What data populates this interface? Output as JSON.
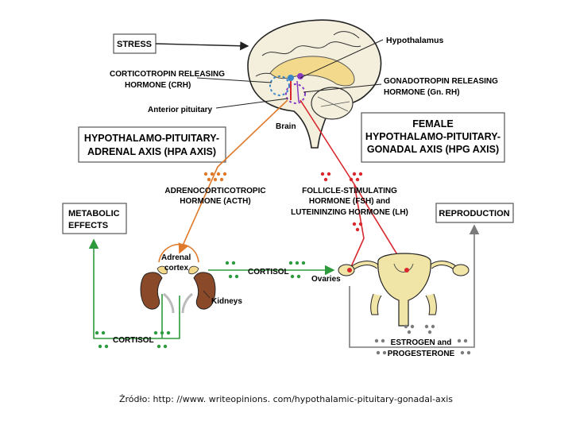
{
  "labels": {
    "stress": "STRESS",
    "hypothalamus": "Hypothalamus",
    "crh_line1": "CORTICOTROPIN RELEASING",
    "crh_line2": "HORMONE (CRH)",
    "gnrh_line1": "GONADOTROPIN RELEASING",
    "gnrh_line2": "HORMONE (Gn. RH)",
    "anterior_pituitary": "Anterior pituitary",
    "brain": "Brain",
    "hpa_line1": "HYPOTHALAMO-PITUITARY-",
    "hpa_line2": "ADRENAL AXIS  (HPA AXIS)",
    "hpg_line1": "FEMALE",
    "hpg_line2": "HYPOTHALAMO-PITUITARY-",
    "hpg_line3": "GONADAL AXIS  (HPG AXIS)",
    "acth_line1": "ADRENOCORTICOTROPIC",
    "acth_line2": "HORMONE  (ACTH)",
    "fsh_line1": "FOLLICLE-STIMULATING",
    "fsh_line2": "HORMONE (FSH)  and",
    "lh_line": "LUTEININZING HORMONE (LH)",
    "metabolic_line1": "METABOLIC",
    "metabolic_line2": "EFFECTS",
    "reproduction": "REPRODUCTION",
    "adrenal_line1": "Adrenal",
    "adrenal_line2": "cortex",
    "cortisol_right": "CORTISOL",
    "ovaries": "Ovaries",
    "kidneys": "Kidneys",
    "cortisol_bottom": "CORTISOL",
    "estrogen_line1": "ESTROGEN and",
    "estrogen_line2": "PROGESTERONE"
  },
  "caption": "Źródło: http: //www. writeopinions. com/hypothalamic-pituitary-gonadal-axis",
  "colors": {
    "orange": "#e07a2b",
    "red": "#d8282e",
    "green": "#2e9a3e",
    "gray": "#7b7b7b",
    "blue": "#3a86c8",
    "purple": "#8a3bc2",
    "tissue": "#f0e4a6",
    "kidney": "#8a4a2a"
  }
}
